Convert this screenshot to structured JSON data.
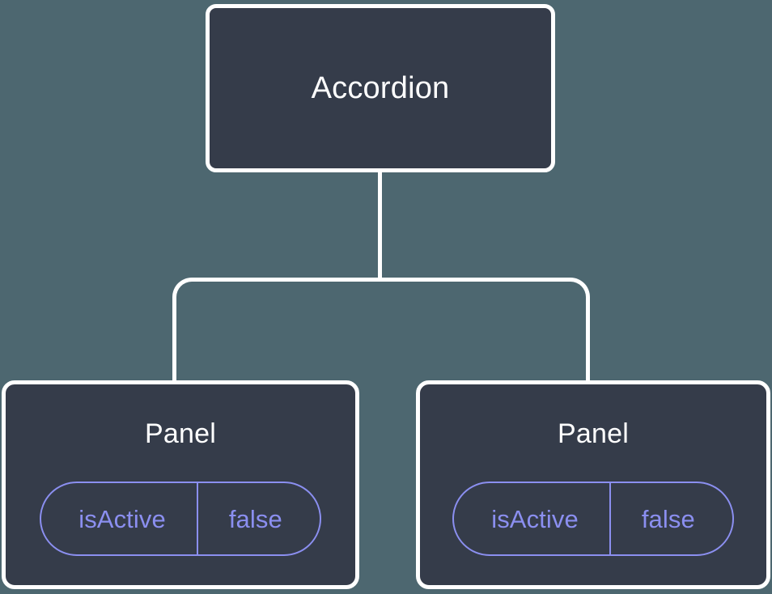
{
  "diagram": {
    "type": "component-tree",
    "background_color": "#4d6770",
    "node_fill_color": "#353c4a",
    "node_border_color": "#ffffff",
    "edge_color": "#ffffff",
    "accent_color": "#8b8ff0",
    "root": {
      "label": "Accordion"
    },
    "children": [
      {
        "label": "Panel",
        "props": [
          {
            "key": "isActive",
            "value": "false"
          }
        ]
      },
      {
        "label": "Panel",
        "props": [
          {
            "key": "isActive",
            "value": "false"
          }
        ]
      }
    ]
  }
}
